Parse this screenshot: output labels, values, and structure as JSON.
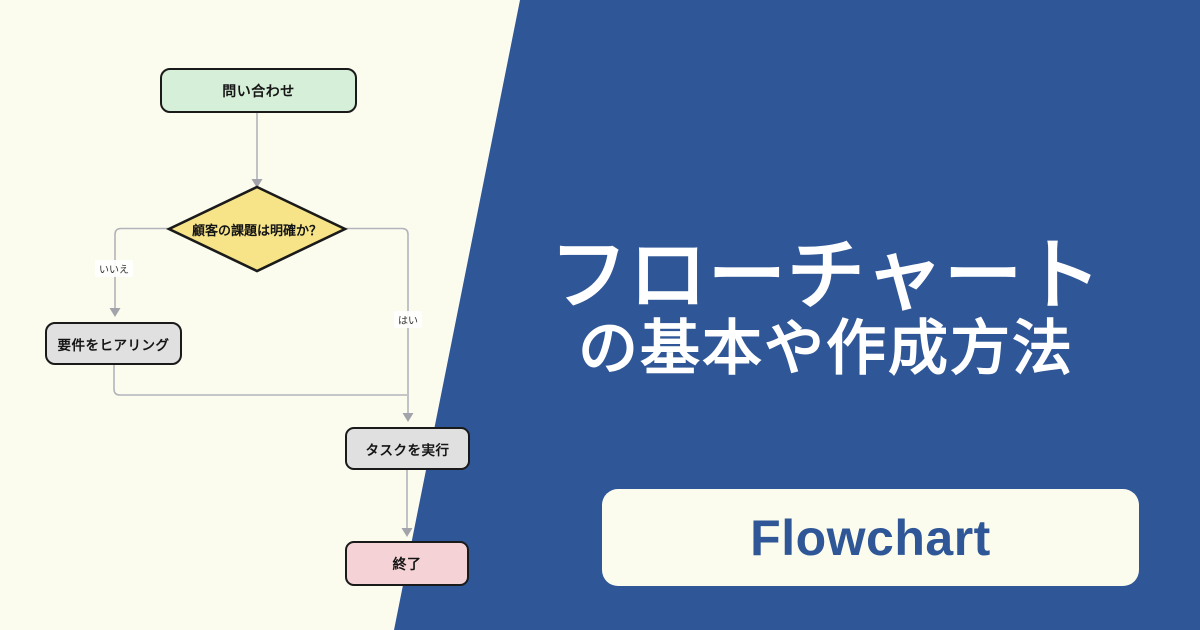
{
  "colors": {
    "background_cream": "#FBFCEE",
    "panel_blue": "#2F5697",
    "node_start_fill": "#D5EFD8",
    "node_decision_fill": "#F7E488",
    "node_process_fill": "#E0E0E0",
    "node_end_fill": "#F5D2D5",
    "node_border": "#1A1A1A",
    "connector_gray": "#B3B3BB",
    "title_text": "#FFFFFF",
    "badge_text": "#2F5697"
  },
  "flowchart": {
    "nodes": {
      "start": {
        "label": "問い合わせ",
        "shape": "rounded-rect",
        "fill": "#D5EFD8"
      },
      "decision": {
        "label": "顧客の課題は明確か？",
        "shape": "diamond",
        "fill": "#F7E488"
      },
      "hearing": {
        "label": "要件をヒアリング",
        "shape": "rect",
        "fill": "#E0E0E0"
      },
      "task": {
        "label": "タスクを実行",
        "shape": "rect",
        "fill": "#E0E0E0"
      },
      "end": {
        "label": "終了",
        "shape": "rect",
        "fill": "#F5D2D5"
      }
    },
    "edge_labels": {
      "no": "いいえ",
      "yes": "はい"
    },
    "edges": [
      {
        "from": "start",
        "to": "decision",
        "label": ""
      },
      {
        "from": "decision",
        "to": "hearing",
        "label": "いいえ"
      },
      {
        "from": "decision",
        "to": "task",
        "label": "はい"
      },
      {
        "from": "hearing",
        "to": "task",
        "label": ""
      },
      {
        "from": "task",
        "to": "end",
        "label": ""
      }
    ]
  },
  "right_panel": {
    "title_line1": "フローチャート",
    "title_line2": "の基本や作成方法",
    "badge_label": "Flowchart"
  }
}
